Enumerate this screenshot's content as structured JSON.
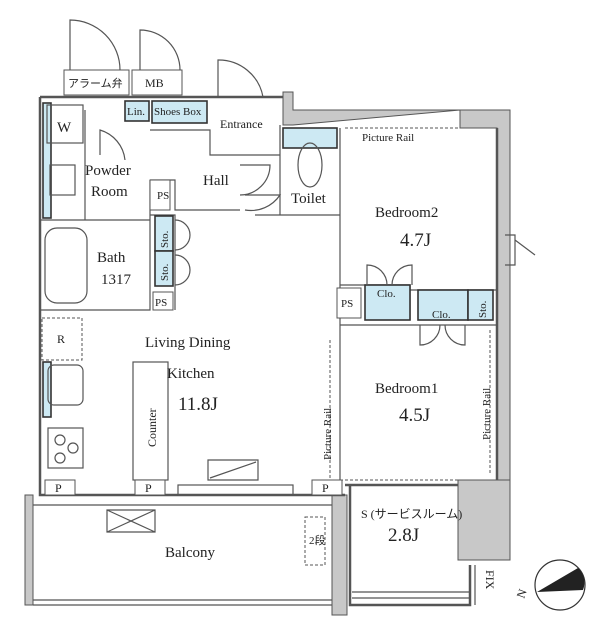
{
  "title": "Floor plan",
  "rooms": {
    "alarm_valve": "アラーム弁",
    "mb": "MB",
    "linen": "Lin.",
    "shoes_box": "Shoes Box",
    "entrance": "Entrance",
    "washer": "W",
    "powder_room_1": "Powder",
    "powder_room_2": "Room",
    "ps1": "PS",
    "hall": "Hall",
    "toilet": "Toilet",
    "picture_rail_top": "Picture Rail",
    "bedroom2": "Bedroom2",
    "bedroom2_size": "4.7J",
    "bath": "Bath",
    "bath_size": "1317",
    "storage1": "Sto.",
    "storage2": "Sto.",
    "ps2": "PS",
    "ps3": "PS",
    "closet1": "Clo.",
    "closet2": "Clo.",
    "storage3": "Sto.",
    "refrigerator": "R",
    "ldk_1": "Living Dining",
    "ldk_2": "Kitchen",
    "ldk_size": "11.8J",
    "counter": "Counter",
    "picture_rail_ldk": "Picture Rail",
    "bedroom1": "Bedroom1",
    "bedroom1_size": "4.5J",
    "picture_rail_bed1": "Picture Rail",
    "pipe_labels": [
      "P",
      "P",
      "P"
    ],
    "service_room": "S (サービスルーム)",
    "service_room_size": "2.8J",
    "balcony": "Balcony",
    "steps": "2段",
    "fix": "FIX",
    "north": "N"
  }
}
